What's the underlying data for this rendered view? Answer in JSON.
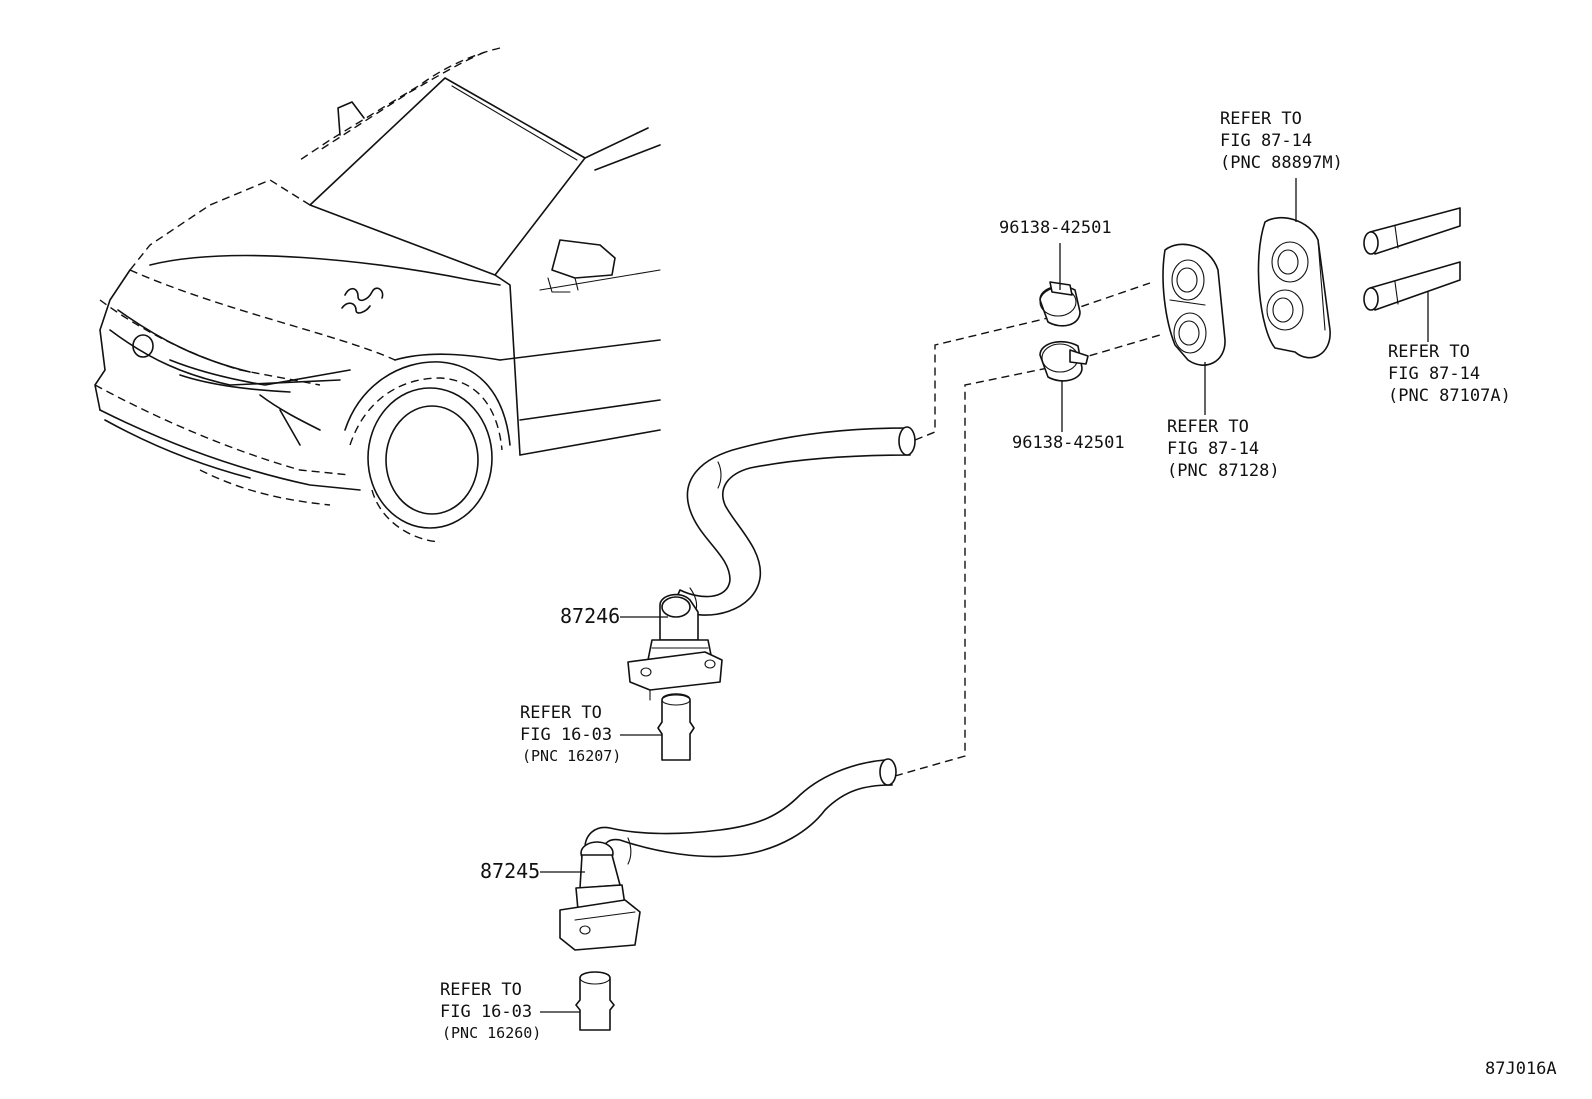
{
  "diagram_id": "87J016A",
  "parts": [
    {
      "pnc": "87246"
    },
    {
      "pnc": "87245"
    },
    {
      "pnc": "96138-42501"
    },
    {
      "pnc": "96138-42501"
    }
  ],
  "references": [
    {
      "refer": "REFER TO",
      "fig": "FIG 87-14",
      "pnc": "(PNC 88897M)"
    },
    {
      "refer": "REFER TO",
      "fig": "FIG 87-14",
      "pnc": "(PNC 87107A)"
    },
    {
      "refer": "REFER TO",
      "fig": "FIG 87-14",
      "pnc": "(PNC 87128)"
    },
    {
      "refer": "REFER TO",
      "fig": "FIG 16-03",
      "pnc": "(PNC 16207)"
    },
    {
      "refer": "REFER TO",
      "fig": "FIG 16-03",
      "pnc": "(PNC 16260)"
    }
  ]
}
